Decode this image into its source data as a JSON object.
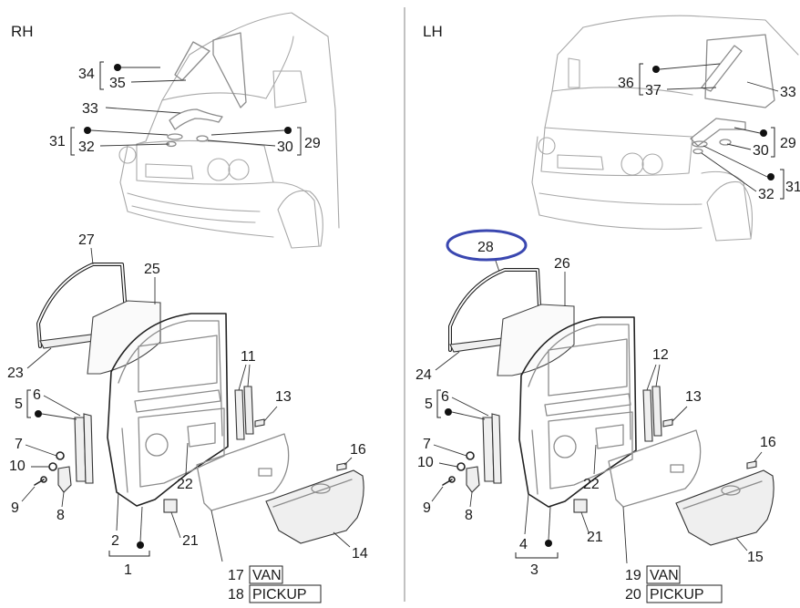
{
  "headers": {
    "rh": "RH",
    "lh": "LH"
  },
  "rh_labels": {
    "n34": "34",
    "n35": "35",
    "n33": "33",
    "n31": "31",
    "n32": "32",
    "n30": "30",
    "n29": "29",
    "n27": "27",
    "n25": "25",
    "n23": "23",
    "n5": "5",
    "n6": "6",
    "n11": "11",
    "n13": "13",
    "n7": "7",
    "n10": "10",
    "n9": "9",
    "n8": "8",
    "n22": "22",
    "n16": "16",
    "n21": "21",
    "n2": "2",
    "n1": "1",
    "n14": "14",
    "n17": "17",
    "n18": "18"
  },
  "lh_labels": {
    "n36": "36",
    "n37": "37",
    "n33": "33",
    "n29": "29",
    "n30": "30",
    "n32": "32",
    "n31": "31",
    "n28": "28",
    "n26": "26",
    "n24": "24",
    "n5": "5",
    "n6": "6",
    "n12": "12",
    "n13": "13",
    "n7": "7",
    "n10": "10",
    "n9": "9",
    "n8": "8",
    "n22": "22",
    "n16": "16",
    "n21": "21",
    "n4": "4",
    "n3": "3",
    "n15": "15",
    "n19": "19",
    "n20": "20"
  },
  "variants": {
    "van": "VAN",
    "pickup": "PICKUP"
  },
  "highlight": {
    "color": "#3a47b0",
    "target_part": "28"
  },
  "colors": {
    "ink": "#1a1a1a",
    "line_art": "#a8a8a8",
    "divider": "#9a9a9a"
  }
}
